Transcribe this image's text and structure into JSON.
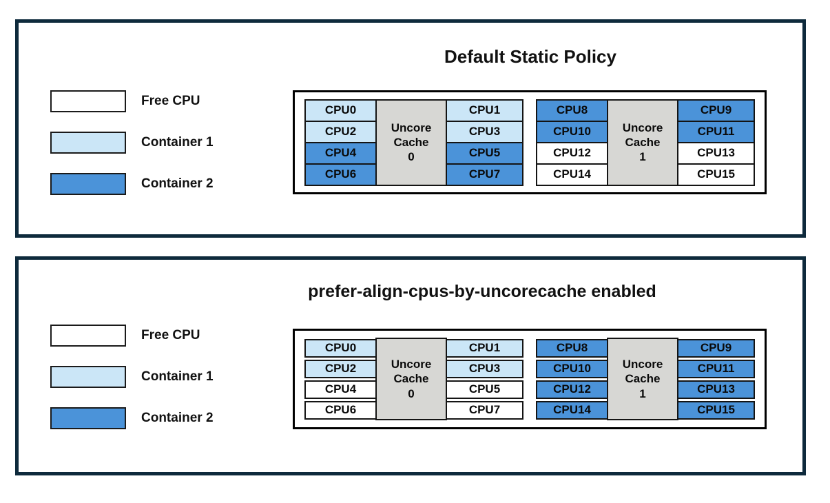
{
  "colors": {
    "free_cpu": "#ffffff",
    "container1": "#cbe6f7",
    "container2": "#4b93d9",
    "uncore_cache_bg": "#d7d7d4",
    "panel_border": "#0e2a3c",
    "cell_border": "#141414"
  },
  "panels": [
    {
      "title": "Default Static Policy",
      "legend": [
        {
          "label": "Free CPU",
          "state": "free_cpu"
        },
        {
          "label": "Container 1",
          "state": "container1"
        },
        {
          "label": "Container 2",
          "state": "container2"
        }
      ],
      "groups": [
        {
          "cache_label": "Uncore Cache 0",
          "cache_lines": [
            "Uncore",
            "Cache",
            "0"
          ],
          "left_cpus": [
            {
              "label": "CPU0",
              "state": "container1"
            },
            {
              "label": "CPU2",
              "state": "container1"
            },
            {
              "label": "CPU4",
              "state": "container2"
            },
            {
              "label": "CPU6",
              "state": "container2"
            }
          ],
          "right_cpus": [
            {
              "label": "CPU1",
              "state": "container1"
            },
            {
              "label": "CPU3",
              "state": "container1"
            },
            {
              "label": "CPU5",
              "state": "container2"
            },
            {
              "label": "CPU7",
              "state": "container2"
            }
          ]
        },
        {
          "cache_label": "Uncore Cache 1",
          "cache_lines": [
            "Uncore",
            "Cache",
            "1"
          ],
          "left_cpus": [
            {
              "label": "CPU8",
              "state": "container2"
            },
            {
              "label": "CPU10",
              "state": "container2"
            },
            {
              "label": "CPU12",
              "state": "free_cpu"
            },
            {
              "label": "CPU14",
              "state": "free_cpu"
            }
          ],
          "right_cpus": [
            {
              "label": "CPU9",
              "state": "container2"
            },
            {
              "label": "CPU11",
              "state": "container2"
            },
            {
              "label": "CPU13",
              "state": "free_cpu"
            },
            {
              "label": "CPU15",
              "state": "free_cpu"
            }
          ]
        }
      ]
    },
    {
      "title": "prefer-align-cpus-by-uncorecache enabled",
      "legend": [
        {
          "label": "Free CPU",
          "state": "free_cpu"
        },
        {
          "label": "Container 1",
          "state": "container1"
        },
        {
          "label": "Container 2",
          "state": "container2"
        }
      ],
      "groups": [
        {
          "cache_label": "Uncore Cache 0",
          "cache_lines": [
            "Uncore",
            "Cache",
            "0"
          ],
          "left_cpus": [
            {
              "label": "CPU0",
              "state": "container1"
            },
            {
              "label": "CPU2",
              "state": "container1"
            },
            {
              "label": "CPU4",
              "state": "free_cpu"
            },
            {
              "label": "CPU6",
              "state": "free_cpu"
            }
          ],
          "right_cpus": [
            {
              "label": "CPU1",
              "state": "container1"
            },
            {
              "label": "CPU3",
              "state": "container1"
            },
            {
              "label": "CPU5",
              "state": "free_cpu"
            },
            {
              "label": "CPU7",
              "state": "free_cpu"
            }
          ]
        },
        {
          "cache_label": "Uncore Cache 1",
          "cache_lines": [
            "Uncore",
            "Cache",
            "1"
          ],
          "left_cpus": [
            {
              "label": "CPU8",
              "state": "container2"
            },
            {
              "label": "CPU10",
              "state": "container2"
            },
            {
              "label": "CPU12",
              "state": "container2"
            },
            {
              "label": "CPU14",
              "state": "container2"
            }
          ],
          "right_cpus": [
            {
              "label": "CPU9",
              "state": "container2"
            },
            {
              "label": "CPU11",
              "state": "container2"
            },
            {
              "label": "CPU13",
              "state": "container2"
            },
            {
              "label": "CPU15",
              "state": "container2"
            }
          ]
        }
      ]
    }
  ]
}
